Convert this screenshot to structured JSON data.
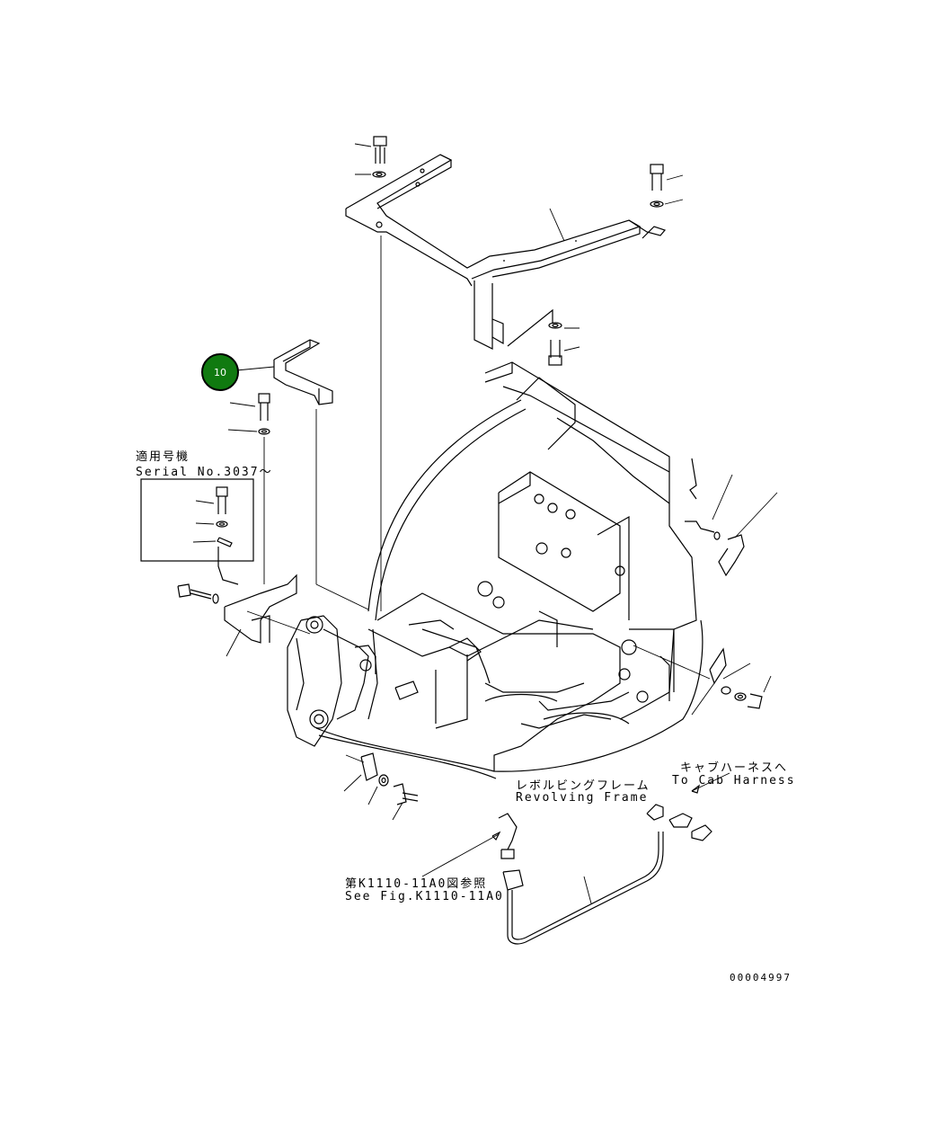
{
  "callout": {
    "number": "10",
    "color": "#107a10"
  },
  "serial_box": {
    "line1": "適用号機",
    "line2": "Serial No.3037～"
  },
  "labels": {
    "revolving_frame_jp": "レボルビングフレーム",
    "revolving_frame_en": "Revolving Frame",
    "cab_harness_jp": "キャブハーネスへ",
    "cab_harness_en": "To Cab Harness",
    "see_fig_jp": "第K1110-11A0図参照",
    "see_fig_en": "See Fig.K1110-11A0"
  },
  "drawing_number": "00004997"
}
